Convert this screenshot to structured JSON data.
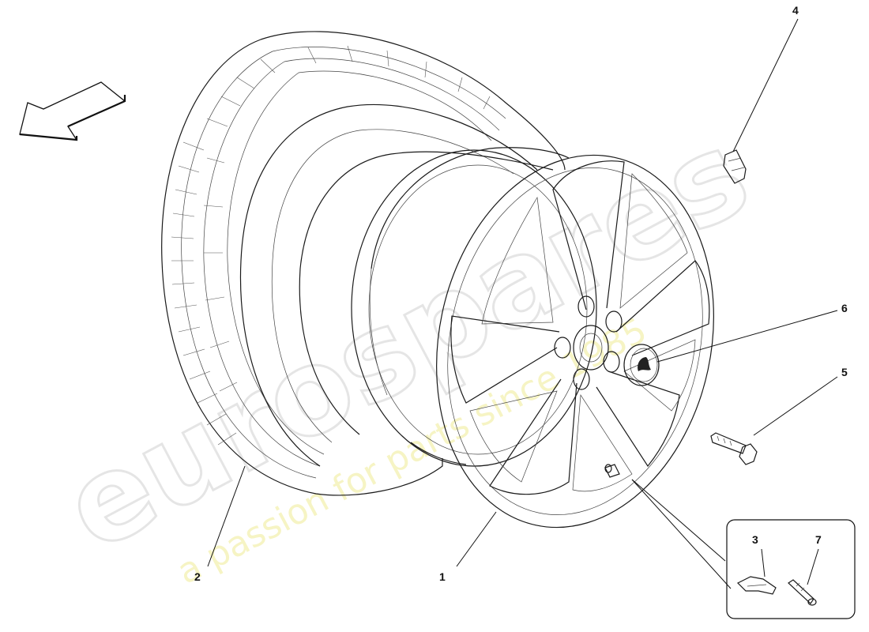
{
  "callouts": {
    "c1": "1",
    "c2": "2",
    "c3": "3",
    "c4": "4",
    "c5": "5",
    "c6": "6",
    "c7": "7"
  },
  "watermark": {
    "brand": "eurospares",
    "tagline": "a passion for parts since 1985"
  },
  "colors": {
    "line": "#1a1a1a",
    "watermark_outline": "#e5e5e5",
    "watermark_yellow": "#f3f0b0"
  }
}
